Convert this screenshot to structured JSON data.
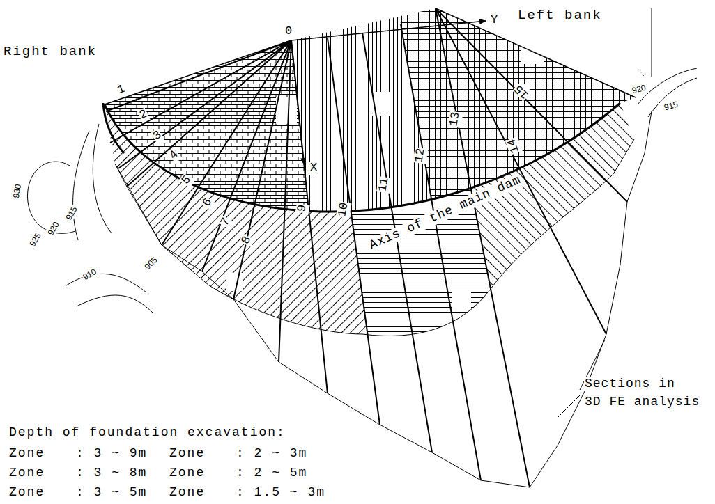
{
  "diagram": {
    "labels": [
      "Left bank",
      "Right bank",
      "0",
      "Y",
      "X",
      "1",
      "2",
      "3",
      "4",
      "5",
      "6",
      "7",
      "8",
      "9",
      "10",
      "11",
      "12",
      "13",
      "14",
      "15",
      "Axis of the main dam",
      "920",
      "915",
      "930",
      "925",
      "920",
      "915",
      "910",
      "905",
      "Sections in",
      "3D FE analysis",
      "Depth of foundation excavation:",
      "Zone",
      ": 3 ~ 9m",
      "Zone",
      ": 2 ~ 3m",
      "Zone",
      ": 3 ~ 8m",
      "Zone",
      ": 2 ~ 5m",
      "Zone",
      ": 3 ~ 5m",
      "Zone",
      ": 1.5 ~ 3m"
    ]
  }
}
